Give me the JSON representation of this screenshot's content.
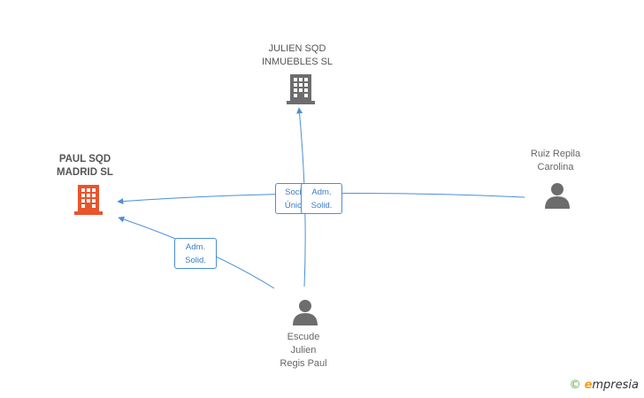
{
  "nodes": {
    "julien": {
      "label_line1": "JULIEN SQD",
      "label_line2": "INMUEBLES SL",
      "icon": "building-icon",
      "color": "#6d6d6d"
    },
    "paul": {
      "label_line1": "PAUL SQD",
      "label_line2": "MADRID  SL",
      "icon": "building-icon",
      "color": "#e8552c"
    },
    "ruiz": {
      "label_line1": "Ruiz Repila",
      "label_line2": "Carolina",
      "icon": "person-icon",
      "color": "#6d6d6d"
    },
    "escude": {
      "label_line1": "Escude",
      "label_line2": "Julien",
      "label_line3": "Regis Paul",
      "icon": "person-icon",
      "color": "#6d6d6d"
    }
  },
  "edges": {
    "socio_label_line1": "Socio",
    "socio_label_line2": "Único",
    "adm1_label_line1": "Adm.",
    "adm1_label_line2": "Solid.",
    "adm2_label_line1": "Adm.",
    "adm2_label_line2": "Solid."
  },
  "colors": {
    "edge": "#4a8fd6"
  },
  "footer": {
    "copyright_symbol": "©",
    "brand_e": "e",
    "brand_rest": "mpresia"
  }
}
